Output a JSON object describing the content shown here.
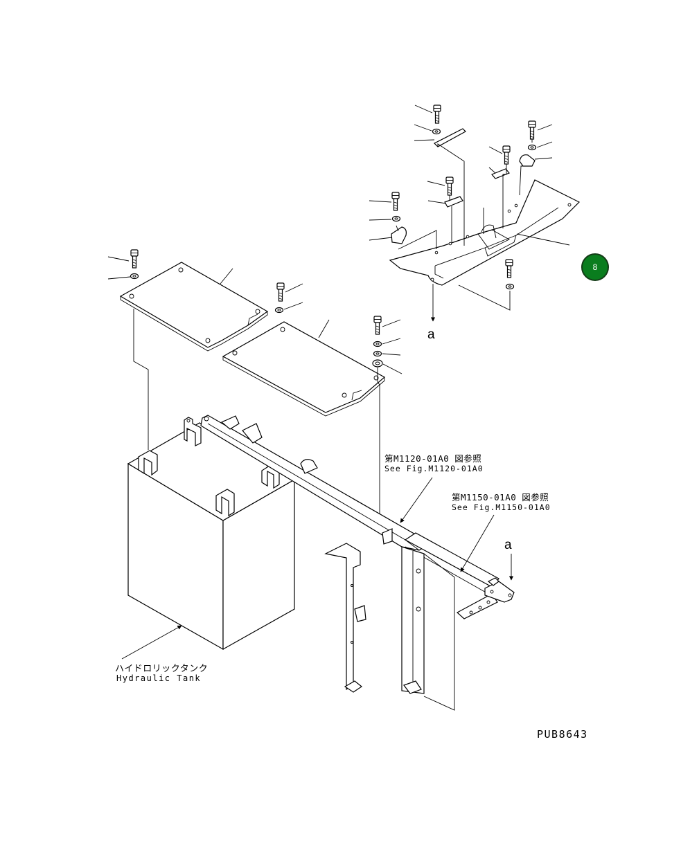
{
  "labels": {
    "ref_a_top": "a",
    "ref_a_right": "a",
    "fig_ref_1_jp": "第M1120-01A0 図参照",
    "fig_ref_1_en": "See Fig.M1120-01A0",
    "fig_ref_2_jp": "第M1150-01A0 図参照",
    "fig_ref_2_en": "See Fig.M1150-01A0",
    "tank_jp": "ハイドロリックタンク",
    "tank_en": "Hydraulic Tank",
    "drawing_number": "PUB8643"
  },
  "badge": {
    "text": "8",
    "color": "#0a7d1e"
  }
}
